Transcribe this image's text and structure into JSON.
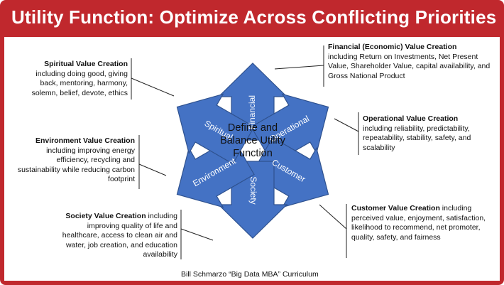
{
  "title": "Utility Function: Optimize Across Conflicting Priorities",
  "center": "Define and Balance Utility Function",
  "arrows": {
    "financial": "Financial",
    "operational": "Operational",
    "customer": "Customer",
    "society": "Society",
    "environment": "Environment",
    "spiritual": "Spiritual"
  },
  "descriptions": {
    "financial": {
      "heading": "Financial (Economic) Value Creation",
      "body": "including Return on Investments, Net Present Value, Shareholder Value, capital availability, and Gross National Product"
    },
    "operational": {
      "heading": "Operational Value Creation",
      "body": "including reliability, predictability, repeatability, stability, safety, and scalability"
    },
    "customer": {
      "heading": "Customer Value Creation",
      "body": "including perceived value, enjoyment, satisfaction, likelihood to recommend, net promoter, quality, safety, and fairness"
    },
    "society": {
      "heading": "Society Value Creation",
      "body": "including improving quality of life and healthcare, access to clean air and water, job creation, and education availability"
    },
    "environment": {
      "heading": "Environment Value Creation",
      "body": "including improving energy efficiency, recycling and sustainability while reducing carbon footprint"
    },
    "spiritual": {
      "heading": "Spiritual Value Creation",
      "body": "including doing good, giving back, mentoring, harmony, solemn, belief, devote, ethics"
    }
  },
  "credit": "Bill Schmarzo “Big Data MBA” Curriculum",
  "colors": {
    "title_bar": "#c0282d",
    "arrow_fill": "#4472c4",
    "arrow_stroke": "#2f528f",
    "arrow_text": "#ffffff"
  }
}
